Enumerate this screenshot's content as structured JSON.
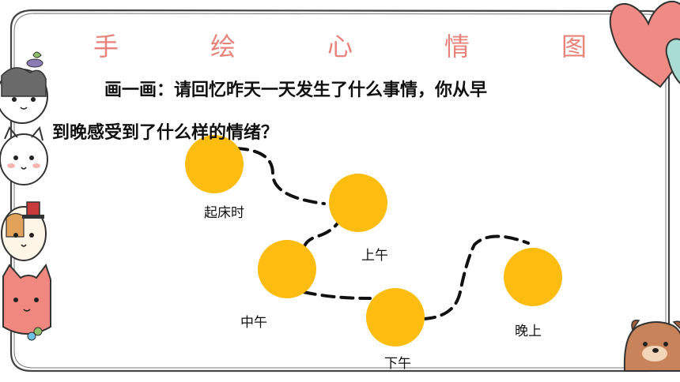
{
  "title": "手　绘　心　情　图",
  "instruction": {
    "line1": "画一画：请回忆昨天一天发生了什么事情，你从早",
    "line2": "到晚感受到了什么样的情绪？"
  },
  "times": [
    {
      "label": "起床时"
    },
    {
      "label": "上午"
    },
    {
      "label": "中午"
    },
    {
      "label": "下午"
    },
    {
      "label": "晚上"
    }
  ],
  "colors": {
    "circle": "#FDBD10",
    "title": "#e8837b",
    "heart_pink": "#f08a84",
    "heart_teal": "#a9dcd3",
    "cat_pink": "#f0887f",
    "dog_brown": "#c9835a"
  }
}
